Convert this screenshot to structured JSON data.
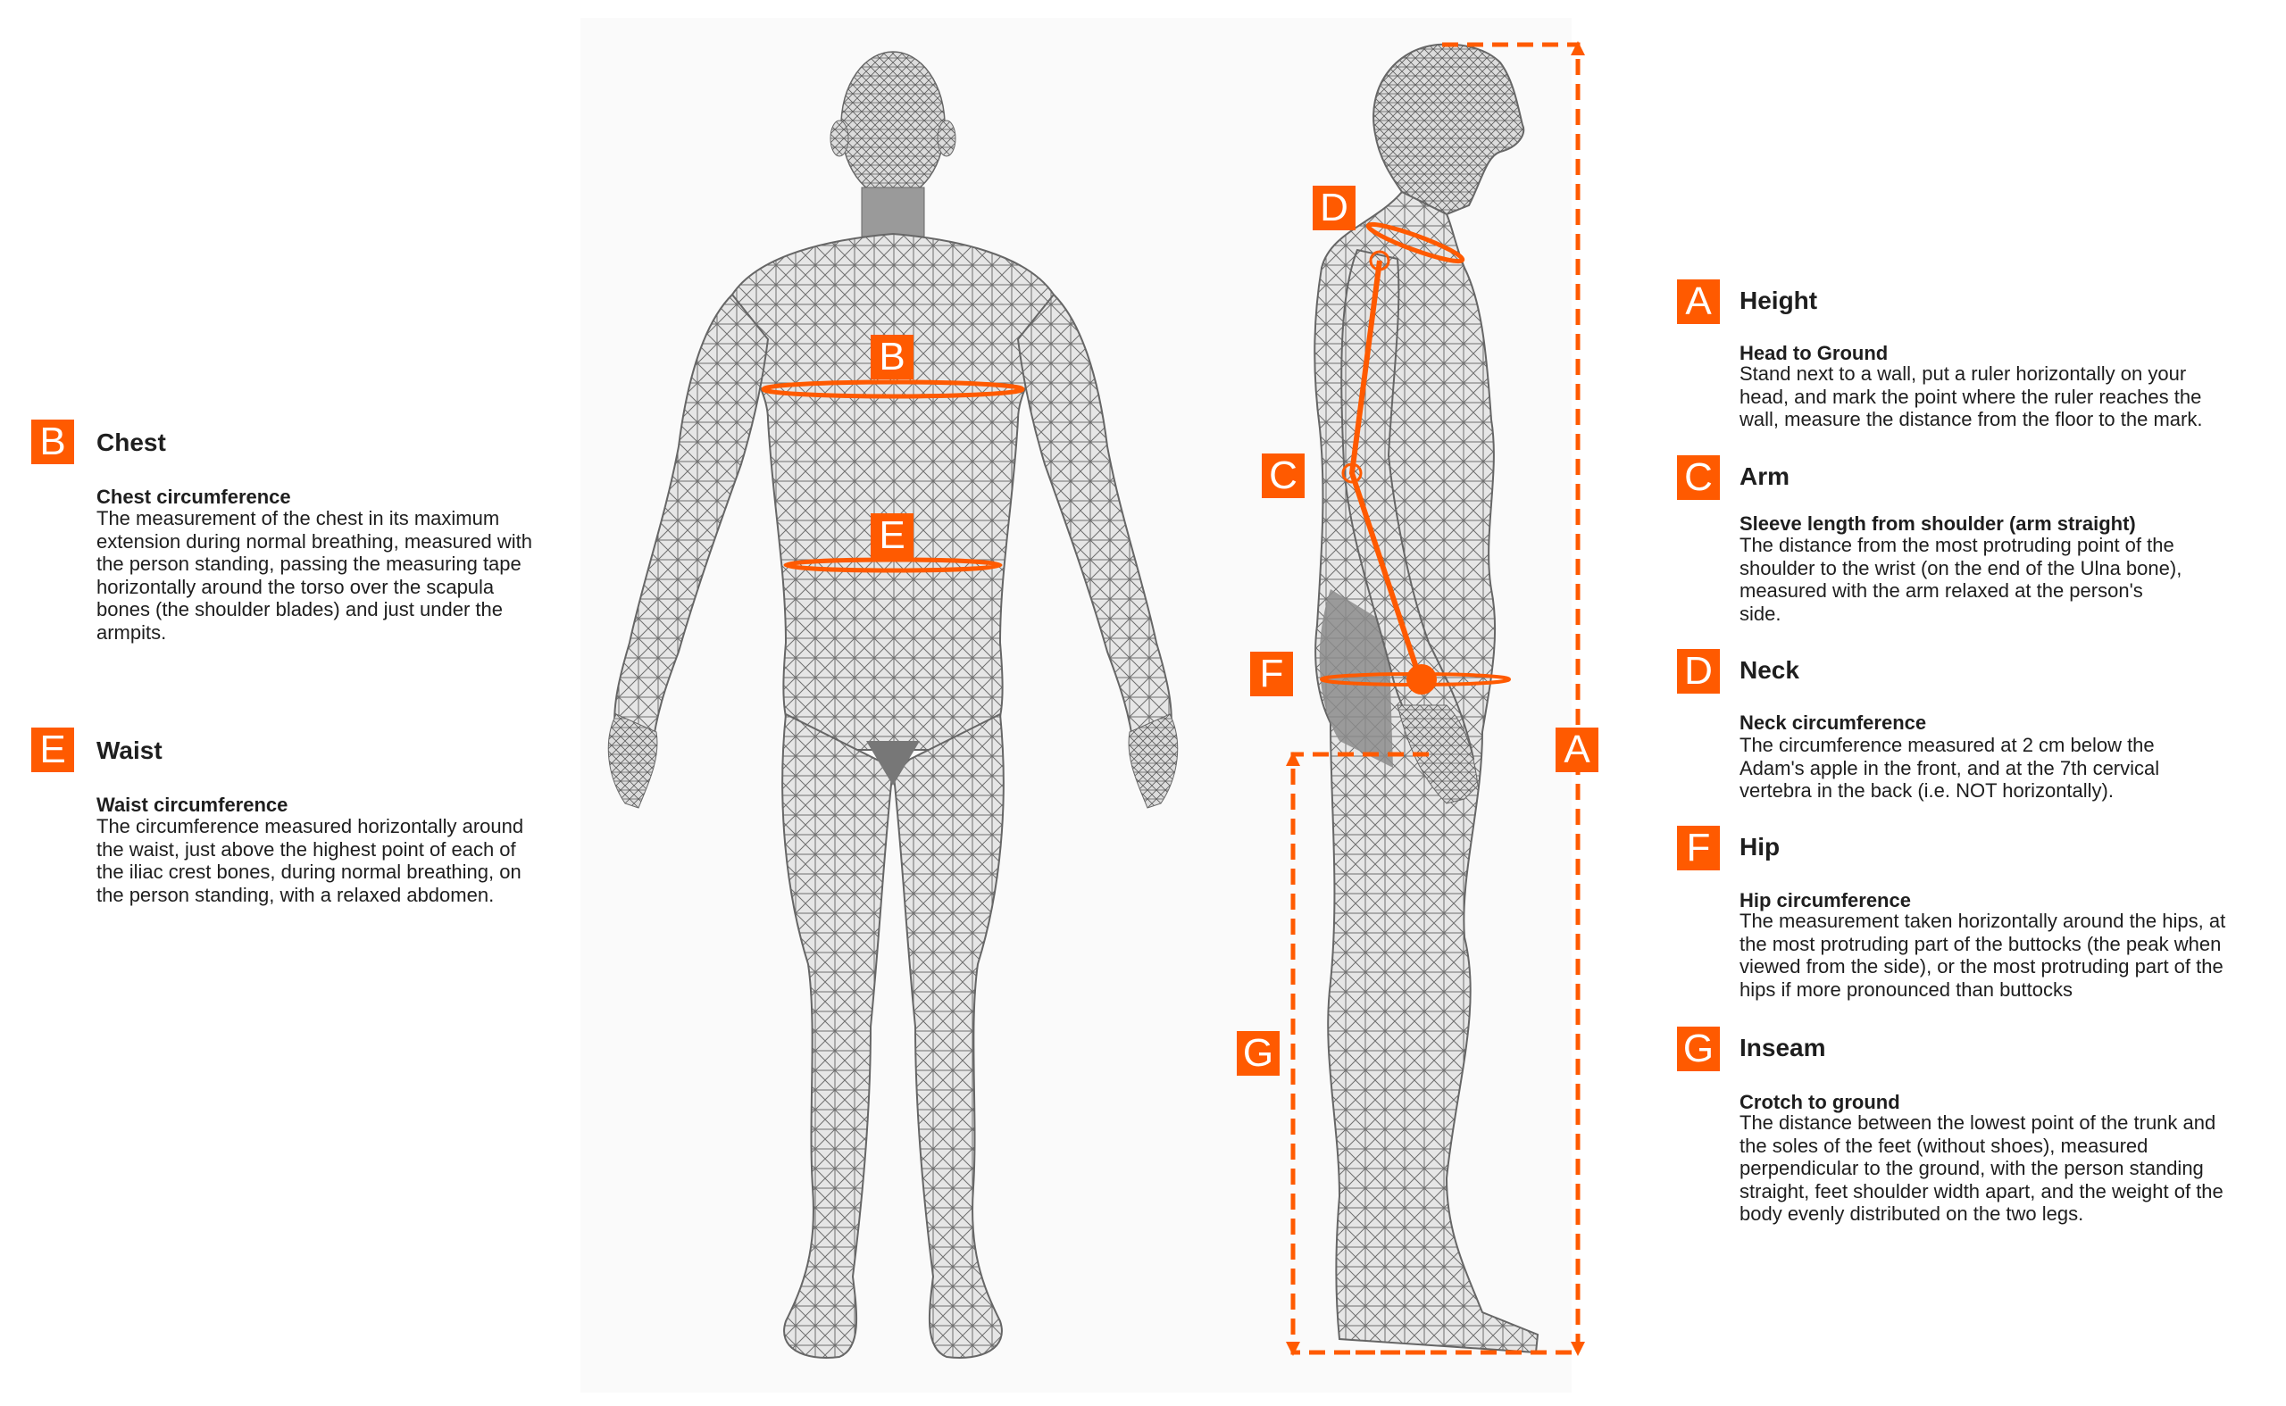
{
  "accent_color": "#ff5a00",
  "figures": {
    "front": {
      "labels": [
        {
          "key": "B",
          "measure": "chest"
        },
        {
          "key": "E",
          "measure": "waist"
        }
      ]
    },
    "side": {
      "labels": [
        {
          "key": "D",
          "measure": "neck"
        },
        {
          "key": "C",
          "measure": "arm"
        },
        {
          "key": "F",
          "measure": "hip"
        },
        {
          "key": "A",
          "measure": "height"
        },
        {
          "key": "G",
          "measure": "inseam"
        }
      ]
    }
  },
  "left_column": [
    {
      "key": "B",
      "title": "Chest",
      "subtitle": "Chest circumference",
      "lines": [
        "The measurement of the chest in its maximum",
        "extension during normal breathing, measured with",
        "the person standing, passing the measuring tape",
        "horizontally around the torso over the scapula",
        "bones (the shoulder blades) and just under the",
        "armpits."
      ]
    },
    {
      "key": "E",
      "title": "Waist",
      "subtitle": "Waist circumference",
      "lines": [
        "The circumference measured horizontally around",
        "the waist, just above the highest point of each of",
        "the iliac crest bones, during normal breathing, on",
        "the person standing, with a relaxed abdomen."
      ]
    }
  ],
  "right_column": [
    {
      "key": "A",
      "title": "Height",
      "subtitle": "Head to Ground",
      "lines": [
        "Stand next to a wall, put a ruler horizontally on your",
        "head, and mark the point where the ruler reaches the",
        "wall, measure the distance from the floor to the mark."
      ]
    },
    {
      "key": "C",
      "title": "Arm",
      "subtitle": "Sleeve length from shoulder (arm straight)",
      "lines": [
        "The distance from the most protruding point of the",
        "shoulder to the wrist (on the end of the Ulna bone),",
        "measured with the arm relaxed at the person's",
        "side."
      ]
    },
    {
      "key": "D",
      "title": "Neck",
      "subtitle": "Neck circumference",
      "lines": [
        "The circumference measured at 2 cm below the",
        "Adam's apple in the front, and at the 7th cervical",
        "vertebra in the back (i.e. NOT horizontally)."
      ]
    },
    {
      "key": "F",
      "title": "Hip",
      "subtitle": "Hip circumference",
      "lines": [
        "The measurement taken horizontally around the hips, at",
        "the most protruding part of the buttocks (the peak when",
        "viewed from the side), or the most protruding part of the",
        "hips if more pronounced than buttocks"
      ]
    },
    {
      "key": "G",
      "title": "Inseam",
      "subtitle": "Crotch to ground",
      "lines": [
        "The distance between the lowest point of the trunk and",
        "the soles of the feet (without shoes), measured",
        "perpendicular to the ground, with the person standing",
        "straight, feet shoulder width apart, and the weight of the",
        "body evenly distributed on the two legs."
      ]
    }
  ]
}
